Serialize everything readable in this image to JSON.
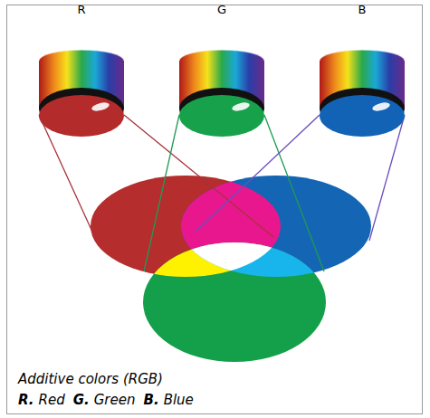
{
  "diagram": {
    "caption": "Additive colors (RGB)",
    "nodes": [
      {
        "text": [
          "R"
        ]
      },
      {
        "text": [
          "G"
        ]
      },
      {
        "text": [
          "B"
        ]
      }
    ],
    "labels": [
      "R.",
      "Red",
      "G.",
      "Green",
      "B.",
      "Blue"
    ]
  }
}
